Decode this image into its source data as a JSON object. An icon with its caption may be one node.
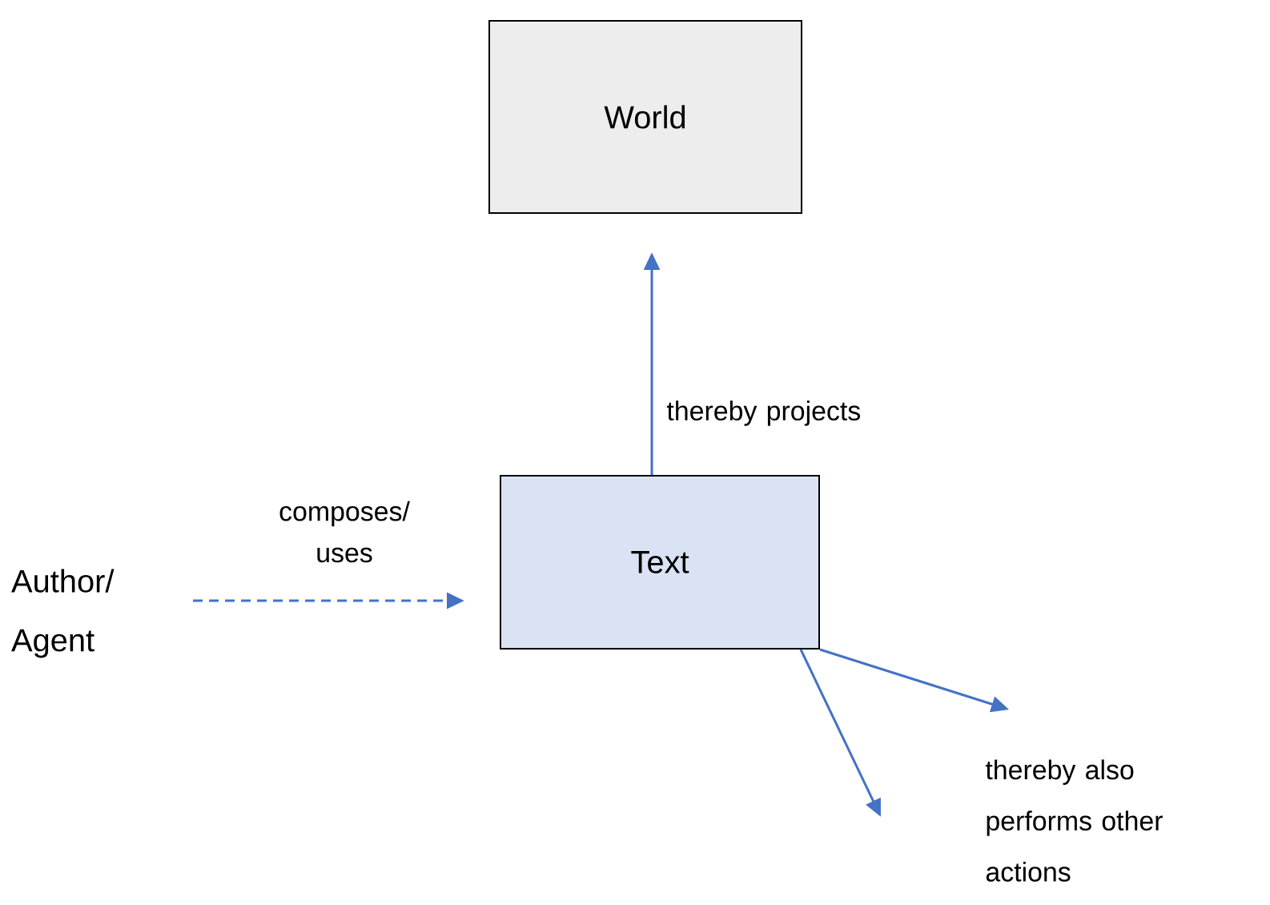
{
  "diagram": {
    "nodes": [
      {
        "text": [
          "World"
        ]
      },
      {
        "text": [
          "Text"
        ]
      },
      {
        "text": [
          "Author/ Agent"
        ]
      }
    ],
    "edges": [
      {
        "from": 1,
        "to": 0,
        "arrow": "to",
        "label": "thereby projects"
      },
      {
        "from": 2,
        "to": 1,
        "arrow": "to",
        "label": "composes/ uses",
        "style": "dashed"
      },
      {
        "from": 1,
        "to": null,
        "arrow": "to"
      },
      {
        "from": 1,
        "to": null,
        "arrow": "to"
      }
    ],
    "labels": [
      "thereby also performs other actions"
    ]
  }
}
